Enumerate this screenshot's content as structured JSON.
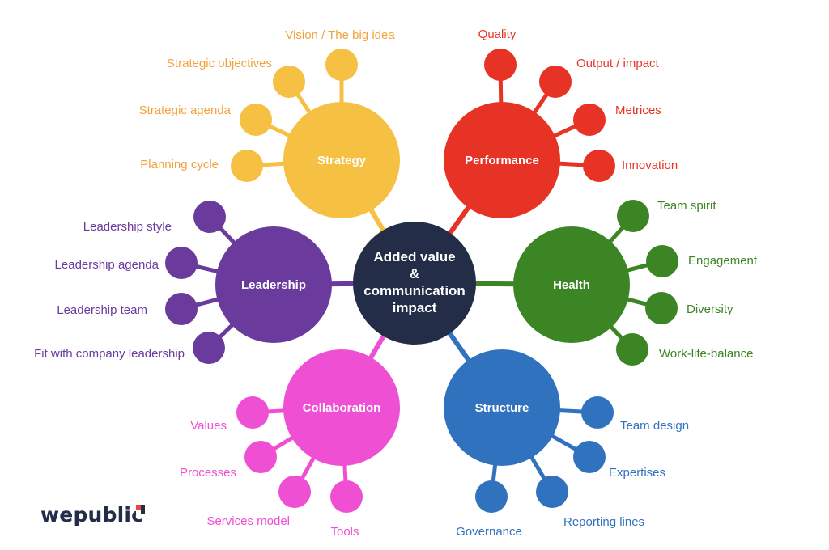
{
  "center": {
    "lines": [
      "Added value",
      "&",
      "communication",
      "impact"
    ],
    "color": "#232d47"
  },
  "hubs": [
    {
      "id": "strategy",
      "label": "Strategy",
      "color": "#f6c143",
      "text_color": "#f2a23a",
      "items": [
        "Planning cycle",
        "Strategic agenda",
        "Strategic objectives",
        "Vision / The big idea"
      ]
    },
    {
      "id": "performance",
      "label": "Performance",
      "color": "#e73325",
      "text_color": "#e73325",
      "items": [
        "Quality",
        "Output / impact",
        "Metrices",
        "Innovation"
      ]
    },
    {
      "id": "health",
      "label": "Health",
      "color": "#3b8524",
      "text_color": "#3b8524",
      "items": [
        "Team spirit",
        "Engagement",
        "Diversity",
        "Work-life-balance"
      ]
    },
    {
      "id": "structure",
      "label": "Structure",
      "color": "#3172bf",
      "text_color": "#3172bf",
      "items": [
        "Team design",
        "Expertises",
        "Reporting lines",
        "Governance"
      ]
    },
    {
      "id": "collaboration",
      "label": "Collaboration",
      "color": "#ee4fd3",
      "text_color": "#ee4fd3",
      "items": [
        "Values",
        "Processes",
        "Services model",
        "Tools"
      ]
    },
    {
      "id": "leadership",
      "label": "Leadership",
      "color": "#6a3b9c",
      "text_color": "#6a3b9c",
      "items": [
        "Leadership style",
        "Leadership agenda",
        "Leadership team",
        "Fit with company leadership"
      ]
    }
  ],
  "logo": {
    "text": "wepublic",
    "color": "#232d47"
  }
}
